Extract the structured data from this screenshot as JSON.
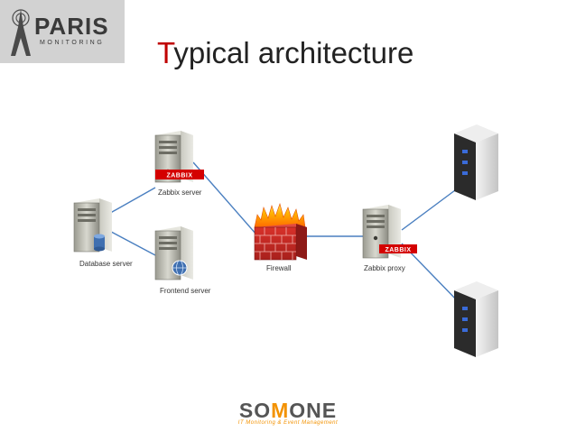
{
  "header": {
    "logo_word": "PARIS",
    "logo_sub": "MONITORING",
    "title_first": "T",
    "title_rest": "ypical architecture"
  },
  "diagram": {
    "nodes": {
      "zabbix_server": {
        "label": "Zabbix server",
        "badge": "ZABBIX"
      },
      "database_server": {
        "label": "Database server"
      },
      "frontend_server": {
        "label": "Frontend server"
      },
      "firewall": {
        "label": "Firewall"
      },
      "zabbix_proxy": {
        "label": "Zabbix proxy",
        "badge": "ZABBIX"
      }
    }
  },
  "footer": {
    "brand_pre": "SO",
    "brand_mid": "M",
    "brand_post": "ONE",
    "tagline": "IT Monitoring & Event Management"
  },
  "colors": {
    "accent": "#c00000",
    "link": "#4a7fc0",
    "brand_orange": "#f39200"
  }
}
